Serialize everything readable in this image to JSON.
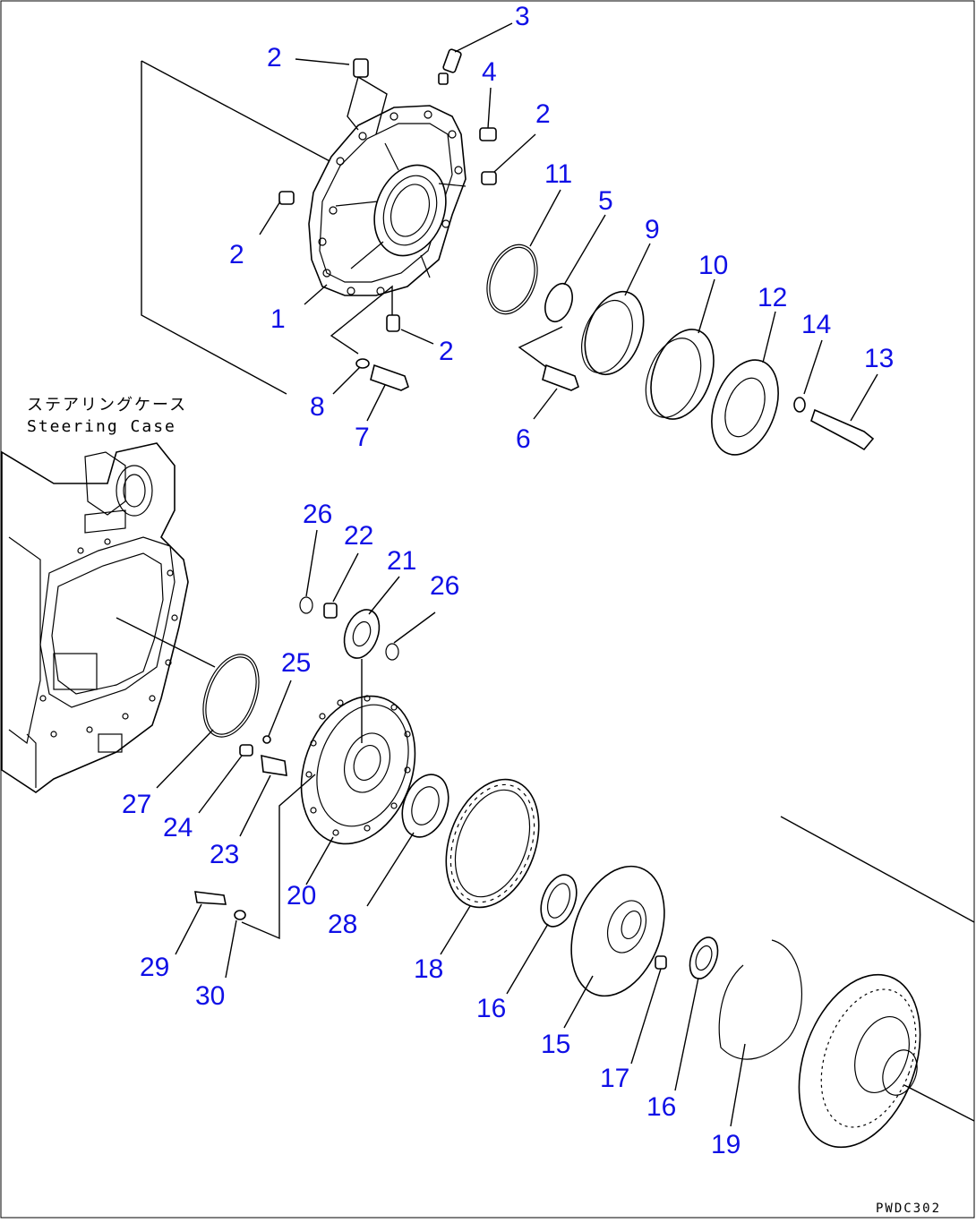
{
  "diagram": {
    "caption_jp": "ステアリングケース",
    "caption_en": "Steering Case",
    "drawing_code": "PWDC302",
    "callouts": [
      {
        "id": "c2a",
        "label": "2"
      },
      {
        "id": "c3",
        "label": "3"
      },
      {
        "id": "c4",
        "label": "4"
      },
      {
        "id": "c2b",
        "label": "2"
      },
      {
        "id": "c11",
        "label": "11"
      },
      {
        "id": "c5",
        "label": "5"
      },
      {
        "id": "c9",
        "label": "9"
      },
      {
        "id": "c10",
        "label": "10"
      },
      {
        "id": "c12",
        "label": "12"
      },
      {
        "id": "c14",
        "label": "14"
      },
      {
        "id": "c13",
        "label": "13"
      },
      {
        "id": "c2c",
        "label": "2"
      },
      {
        "id": "c1",
        "label": "1"
      },
      {
        "id": "c2d",
        "label": "2"
      },
      {
        "id": "c8",
        "label": "8"
      },
      {
        "id": "c7",
        "label": "7"
      },
      {
        "id": "c6",
        "label": "6"
      },
      {
        "id": "c26a",
        "label": "26"
      },
      {
        "id": "c22",
        "label": "22"
      },
      {
        "id": "c21",
        "label": "21"
      },
      {
        "id": "c26b",
        "label": "26"
      },
      {
        "id": "c25",
        "label": "25"
      },
      {
        "id": "c27",
        "label": "27"
      },
      {
        "id": "c24",
        "label": "24"
      },
      {
        "id": "c23",
        "label": "23"
      },
      {
        "id": "c20",
        "label": "20"
      },
      {
        "id": "c28",
        "label": "28"
      },
      {
        "id": "c18",
        "label": "18"
      },
      {
        "id": "c29",
        "label": "29"
      },
      {
        "id": "c30",
        "label": "30"
      },
      {
        "id": "c16a",
        "label": "16"
      },
      {
        "id": "c15",
        "label": "15"
      },
      {
        "id": "c17",
        "label": "17"
      },
      {
        "id": "c16b",
        "label": "16"
      },
      {
        "id": "c19",
        "label": "19"
      }
    ]
  }
}
